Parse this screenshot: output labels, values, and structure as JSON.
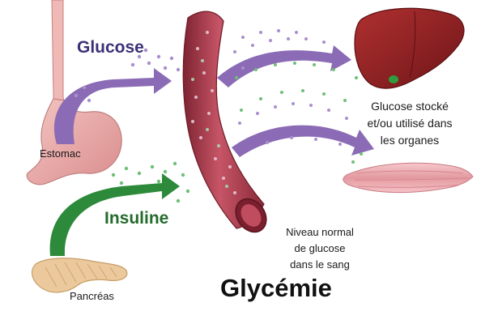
{
  "labels": {
    "glucose": "Glucose",
    "insuline": "Insuline",
    "estomac": "Estomac",
    "pancreas": "Pancréas",
    "stockage": [
      "Glucose stocké",
      "et/ou utilisé dans",
      "les organes"
    ],
    "niveau": [
      "Niveau normal",
      "de glucose",
      "dans le sang"
    ],
    "title": "Glycémie"
  },
  "colors": {
    "glucose_arrow": "#8b6bb5",
    "insulin_arrow": "#2c8a3a",
    "vessel": "#a83a4a",
    "liver": "#8c1f22",
    "muscle": "#e8a3a8",
    "glucose_dot": "#a98fcf",
    "insulin_dot": "#6fbf78",
    "pancreas": "#e9c79a"
  },
  "icons": [
    "stomach-illustration",
    "pancreas-illustration",
    "blood-vessel-illustration",
    "liver-illustration",
    "muscle-illustration"
  ]
}
